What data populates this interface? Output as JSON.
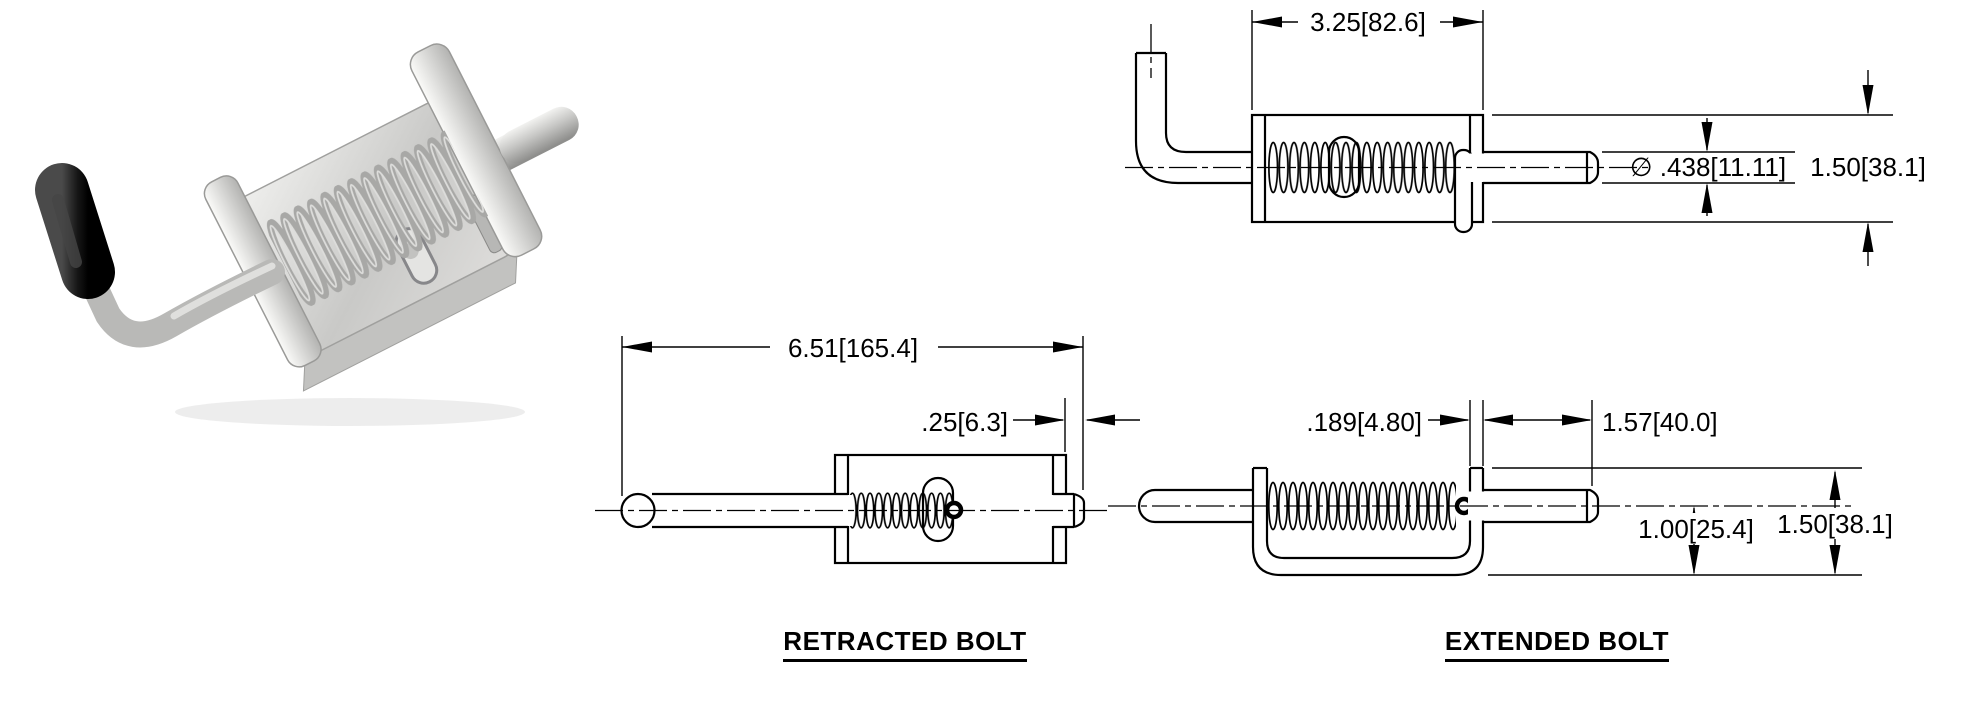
{
  "page": {
    "background": "#ffffff",
    "line_color": "#000000"
  },
  "photo": {
    "description": "stainless steel spring bolt latch with black rubber handle cap",
    "cap_color": "#1d1d1d",
    "metal_light": "#efefed",
    "metal_dark": "#8f8f8d"
  },
  "views": {
    "side": {
      "dims": {
        "body_width": "3.25[82.6]",
        "bolt_diameter": "∅ .438[11.11]",
        "body_height": "1.50[38.1]"
      }
    },
    "retracted": {
      "title": "RETRACTED BOLT",
      "dims": {
        "overall_length": "6.51[165.4]",
        "bolt_tip": ".25[6.3]"
      }
    },
    "extended": {
      "title": "EXTENDED BOLT",
      "dims": {
        "bracket_thickness": ".189[4.80]",
        "bolt_throw": "1.57[40.0]",
        "center_height": "1.00[25.4]",
        "bracket_height": "1.50[38.1]"
      }
    }
  }
}
